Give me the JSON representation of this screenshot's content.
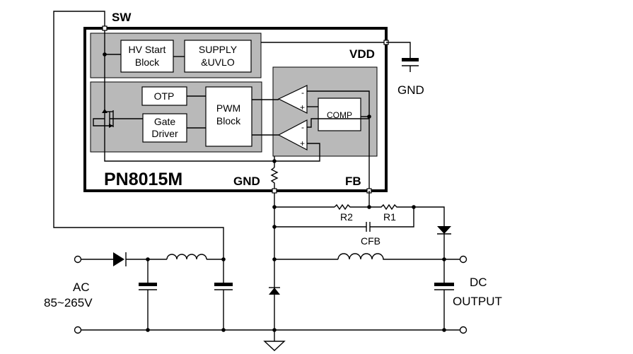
{
  "ic": {
    "name": "PN8015M",
    "pins": {
      "sw": "SW",
      "vdd": "VDD",
      "gnd": "GND",
      "fb": "FB"
    }
  },
  "blocks": {
    "hv_start": [
      "HV Start",
      "Block"
    ],
    "supply": [
      "SUPPLY",
      "&UVLO"
    ],
    "otp": "OTP",
    "gate_driver": [
      "Gate",
      "Driver"
    ],
    "pwm": [
      "PWM",
      "Block"
    ],
    "comp": "COMP"
  },
  "comparator_signs": {
    "minus": "-",
    "plus": "+"
  },
  "components": {
    "r1": "R1",
    "r2": "R2",
    "cfb": "CFB"
  },
  "labels": {
    "vdd_cap_gnd": "GND",
    "ac": [
      "AC",
      "85~265V"
    ],
    "dc": [
      "DC",
      "OUTPUT"
    ]
  }
}
